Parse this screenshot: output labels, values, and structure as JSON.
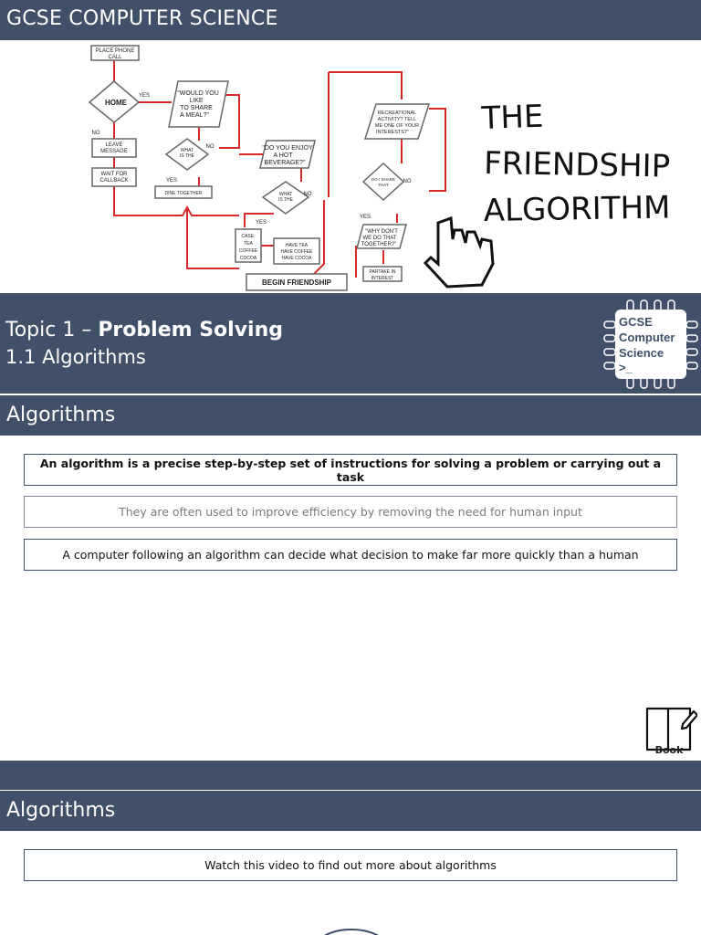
{
  "header": {
    "title": "GCSE COMPUTER SCIENCE"
  },
  "hero": {
    "handwritten_title": [
      "THE",
      "FRIENDSHIP",
      "ALGORITHM"
    ],
    "flowchart": {
      "place_call": "PLACE PHONE CALL",
      "home": "HOME",
      "yes": "YES",
      "no": "NO",
      "share_meal": "\"WOULD YOU LIKE TO SHARE A MEAL?\"",
      "what_response": "WHAT IS THE RESPONSE?",
      "leave_message": "LEAVE MESSAGE",
      "wait_callback": "WAIT FOR CALLBACK",
      "dine_together": "DINE TOGETHER",
      "hot_beverage": "\"DO YOU ENJOY A HOT BEVERAGE?\"",
      "recreational": "RECREATIONAL ACTIVITY? TELL ME ONE OF YOUR INTERESTS?",
      "share_interest": "DO I SHARE THAT INTEREST?",
      "why_dont": "\"WHY DON'T WE DO THAT TOGETHER?\"",
      "choices": "CASE: TEA COFFEE COCOA",
      "have_drinks": "HAVE TEA / HAVE COFFEE / HAVE COCOA",
      "partake": "PARTAKE IN INTEREST",
      "begin": "BEGIN FRIENDSHIP"
    }
  },
  "topic": {
    "prefix": "Topic 1 – ",
    "title": "Problem Solving",
    "subtitle": "1.1 Algorithms"
  },
  "logo": {
    "line1": "GCSE",
    "line2": "Computer",
    "line3": "Science",
    "line4": ">_"
  },
  "section1": {
    "title": "Algorithms",
    "points": [
      "An algorithm is a precise step-by-step set of instructions for solving a problem or carrying out a task",
      "They are often used to improve efficiency by removing the need for human input",
      "A computer following an algorithm can decide what decision to make far more quickly than a human"
    ],
    "book_label": "Book"
  },
  "section2": {
    "title": "Algorithms",
    "video_text": "Watch this video to find out more about algorithms"
  },
  "colors": {
    "bar": "#3f5068",
    "flow_red": "#d42a2a"
  }
}
